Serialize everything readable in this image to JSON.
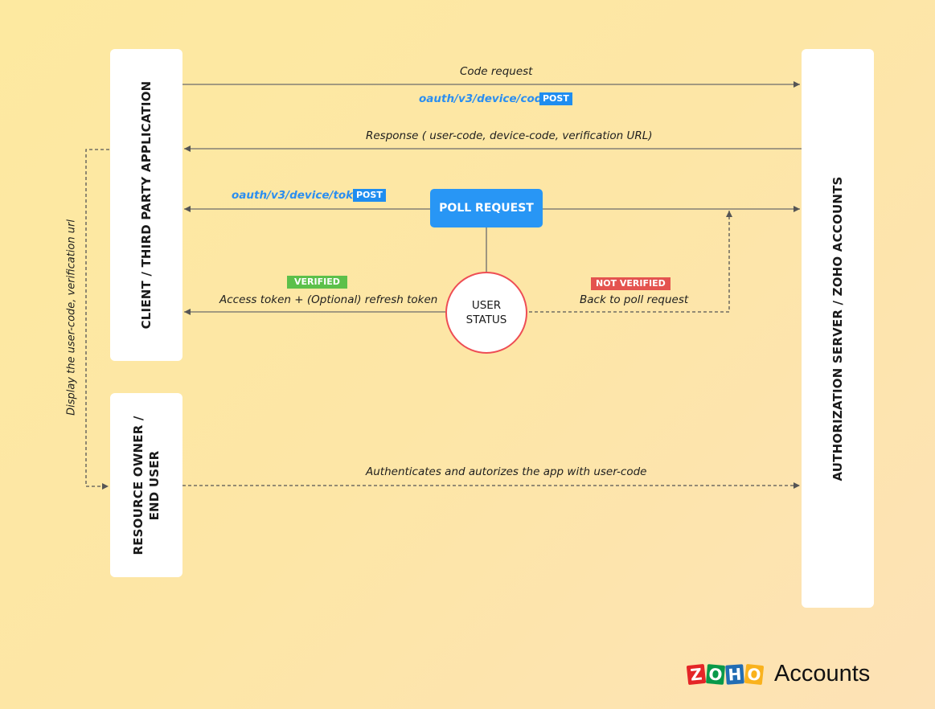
{
  "actors": {
    "client": "CLIENT / THIRD PARTY APPLICATION",
    "owner_line1": "RESOURCE OWNER /",
    "owner_line2": "END USER",
    "server": "AUTHORIZATION  SERVER / ZOHO ACCOUNTS"
  },
  "flows": {
    "code_request": "Code request",
    "code_endpoint": "oauth/v3/device/code",
    "code_method": "POST",
    "response": "Response ( user-code, device-code, verification URL)",
    "token_endpoint": "oauth/v3/device/token",
    "token_method": "POST",
    "poll_request": "POLL REQUEST",
    "user_status_line1": "USER",
    "user_status_line2": "STATUS",
    "verified_badge": "VERIFIED",
    "verified_label": "Access token + (Optional) refresh token",
    "not_verified_badge": "NOT VERIFIED",
    "not_verified_label": "Back to poll request",
    "display_label": "Display the user-code, verification url",
    "authenticate_label": "Authenticates and autorizes the app with user-code"
  },
  "logo": {
    "letters": [
      "Z",
      "O",
      "H",
      "O"
    ],
    "product": "Accounts"
  },
  "colors": {
    "poll_blue": "#2896f5",
    "verified_green": "#5cc04a",
    "not_verified_red": "#e4534f",
    "post_blue": "#1f8df0",
    "status_border": "#ee4d54"
  }
}
